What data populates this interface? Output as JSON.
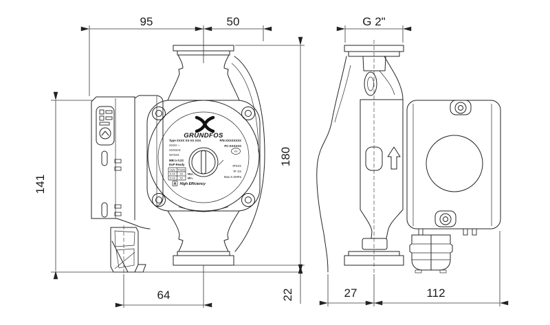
{
  "drawing": {
    "title": "pump-dimensional-drawing",
    "ink": "#1f1f1f",
    "dimensions": {
      "width_left": "95",
      "width_right": "50",
      "thread": "G 2\"",
      "body_height": "141",
      "port_to_port": "180",
      "center_to_foot": "64",
      "flange_offset": "22",
      "depth_front": "27",
      "depth_rear": "112"
    },
    "nameplate": {
      "brand": "GRUNDFOS",
      "lines_left": [
        "Type XXXX XX-XX XXX",
        "XXXV ~",
        "XXXXHz",
        "GFXXX",
        "MEI ≥ 0.23",
        "EuP Ready"
      ],
      "lines_right_top": [
        "P/N:XXXXXXXX",
        "PC:XXXXXX"
      ],
      "approval_badge": "XX",
      "lines_right_bottom": [
        "IPXXX",
        "TF XX",
        "Max.X.XMPa"
      ],
      "table": {
        "headers": [
          "I1(A)",
          "P1(W)"
        ],
        "rows": [
          [
            "X.XX",
            "XX",
            "Max."
          ],
          [
            "X.XX",
            "XX",
            "Min."
          ]
        ]
      },
      "efficiency_badge": "A",
      "efficiency_text": "High Efficiency"
    }
  }
}
